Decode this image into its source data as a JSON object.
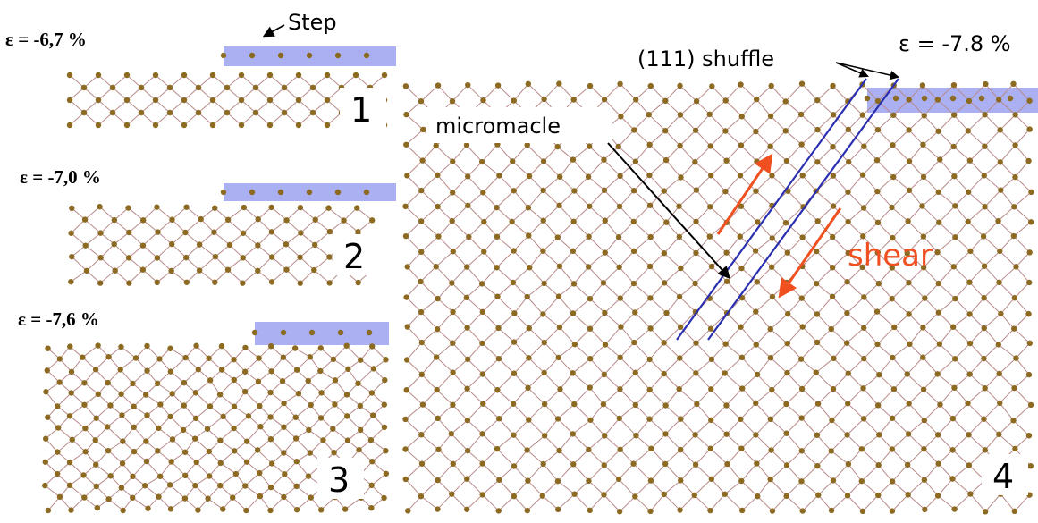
{
  "panels": [
    {
      "number": "1",
      "strain": "ε = -6,7 %"
    },
    {
      "number": "2",
      "strain": "ε = -7,0 %"
    },
    {
      "number": "3",
      "strain": "ε = -7,6 %"
    },
    {
      "number": "4",
      "strain": "ε = -7.8 %"
    }
  ],
  "annotations": {
    "step": "Step",
    "shuffle": "(111) shuffle",
    "micromacle": "micromacle",
    "shear": "shear"
  },
  "colors": {
    "atom": "#8c6a22",
    "bond": "#b98a8a",
    "highlight": "#aab0f2",
    "plane_line": "#2a2fb0",
    "shear_arrow": "#f05020"
  }
}
